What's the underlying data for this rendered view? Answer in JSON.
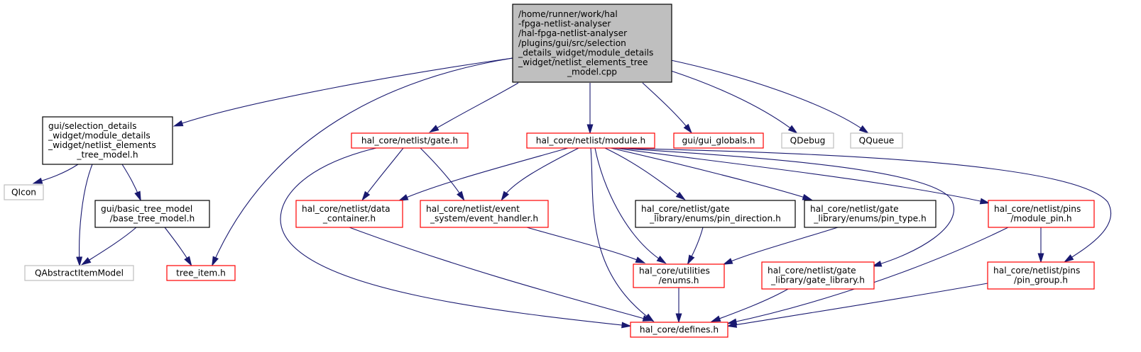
{
  "colors": {
    "edge": "#191970",
    "root_fill": "#bfbfbf",
    "root_border": "#000000",
    "documented_border": "#000000",
    "undocumented_border": "#ff0000",
    "external_border": "#bfbfbf",
    "external_text": "#000000"
  },
  "nodes": [
    {
      "id": "root",
      "kind": "root",
      "lines": [
        "/home/runner/work/hal",
        "-fpga-netlist-analyser",
        "/hal-fpga-netlist-analyser",
        "/plugins/gui/src/selection",
        "_details_widget/module_details",
        "_widget/netlist_elements_tree",
        "_model.cpp"
      ]
    },
    {
      "id": "tree_model_h",
      "kind": "documented",
      "lines": [
        "gui/selection_details",
        "_widget/module_details",
        "_widget/netlist_elements",
        "_tree_model.h"
      ]
    },
    {
      "id": "gate_h",
      "kind": "undocumented",
      "lines": [
        "hal_core/netlist/gate.h"
      ]
    },
    {
      "id": "module_h",
      "kind": "undocumented",
      "lines": [
        "hal_core/netlist/module.h"
      ]
    },
    {
      "id": "gui_globals_h",
      "kind": "undocumented",
      "lines": [
        "gui/gui_globals.h"
      ]
    },
    {
      "id": "qdebug",
      "kind": "external",
      "lines": [
        "QDebug"
      ]
    },
    {
      "id": "qqueue",
      "kind": "external",
      "lines": [
        "QQueue"
      ]
    },
    {
      "id": "qicon",
      "kind": "external",
      "lines": [
        "QIcon"
      ]
    },
    {
      "id": "base_tree_model_h",
      "kind": "documented",
      "lines": [
        "gui/basic_tree_model",
        "/base_tree_model.h"
      ]
    },
    {
      "id": "qabstractitemmodel",
      "kind": "external",
      "lines": [
        "QAbstractItemModel"
      ]
    },
    {
      "id": "tree_item_h",
      "kind": "undocumented",
      "lines": [
        "tree_item.h"
      ]
    },
    {
      "id": "data_container_h",
      "kind": "undocumented",
      "lines": [
        "hal_core/netlist/data",
        "_container.h"
      ]
    },
    {
      "id": "event_handler_h",
      "kind": "undocumented",
      "lines": [
        "hal_core/netlist/event",
        "_system/event_handler.h"
      ]
    },
    {
      "id": "pin_direction_h",
      "kind": "documented",
      "lines": [
        "hal_core/netlist/gate",
        "_library/enums/pin_direction.h"
      ]
    },
    {
      "id": "pin_type_h",
      "kind": "documented",
      "lines": [
        "hal_core/netlist/gate",
        "_library/enums/pin_type.h"
      ]
    },
    {
      "id": "module_pin_h",
      "kind": "undocumented",
      "lines": [
        "hal_core/netlist/pins",
        "/module_pin.h"
      ]
    },
    {
      "id": "enums_h",
      "kind": "undocumented",
      "lines": [
        "hal_core/utilities",
        "/enums.h"
      ]
    },
    {
      "id": "gate_library_h",
      "kind": "undocumented",
      "lines": [
        "hal_core/netlist/gate",
        "_library/gate_library.h"
      ]
    },
    {
      "id": "pin_group_h",
      "kind": "undocumented",
      "lines": [
        "hal_core/netlist/pins",
        "/pin_group.h"
      ]
    },
    {
      "id": "defines_h",
      "kind": "undocumented",
      "lines": [
        "hal_core/defines.h"
      ]
    }
  ],
  "edges": [
    {
      "from": "root",
      "to": "tree_model_h"
    },
    {
      "from": "root",
      "to": "tree_item_h"
    },
    {
      "from": "root",
      "to": "gate_h"
    },
    {
      "from": "root",
      "to": "module_h"
    },
    {
      "from": "root",
      "to": "gui_globals_h"
    },
    {
      "from": "root",
      "to": "qdebug"
    },
    {
      "from": "root",
      "to": "qqueue"
    },
    {
      "from": "tree_model_h",
      "to": "qicon"
    },
    {
      "from": "tree_model_h",
      "to": "qabstractitemmodel"
    },
    {
      "from": "tree_model_h",
      "to": "base_tree_model_h"
    },
    {
      "from": "base_tree_model_h",
      "to": "qabstractitemmodel"
    },
    {
      "from": "base_tree_model_h",
      "to": "tree_item_h"
    },
    {
      "from": "gate_h",
      "to": "data_container_h"
    },
    {
      "from": "gate_h",
      "to": "event_handler_h"
    },
    {
      "from": "gate_h",
      "to": "defines_h"
    },
    {
      "from": "module_h",
      "to": "data_container_h"
    },
    {
      "from": "module_h",
      "to": "event_handler_h"
    },
    {
      "from": "module_h",
      "to": "pin_direction_h"
    },
    {
      "from": "module_h",
      "to": "pin_type_h"
    },
    {
      "from": "module_h",
      "to": "module_pin_h"
    },
    {
      "from": "module_h",
      "to": "pin_group_h"
    },
    {
      "from": "module_h",
      "to": "enums_h"
    },
    {
      "from": "module_h",
      "to": "gate_library_h"
    },
    {
      "from": "module_h",
      "to": "defines_h"
    },
    {
      "from": "data_container_h",
      "to": "defines_h"
    },
    {
      "from": "event_handler_h",
      "to": "enums_h"
    },
    {
      "from": "pin_direction_h",
      "to": "enums_h"
    },
    {
      "from": "pin_type_h",
      "to": "enums_h"
    },
    {
      "from": "module_pin_h",
      "to": "pin_group_h"
    },
    {
      "from": "module_pin_h",
      "to": "defines_h"
    },
    {
      "from": "enums_h",
      "to": "defines_h"
    },
    {
      "from": "gate_library_h",
      "to": "defines_h"
    },
    {
      "from": "pin_group_h",
      "to": "defines_h"
    }
  ]
}
